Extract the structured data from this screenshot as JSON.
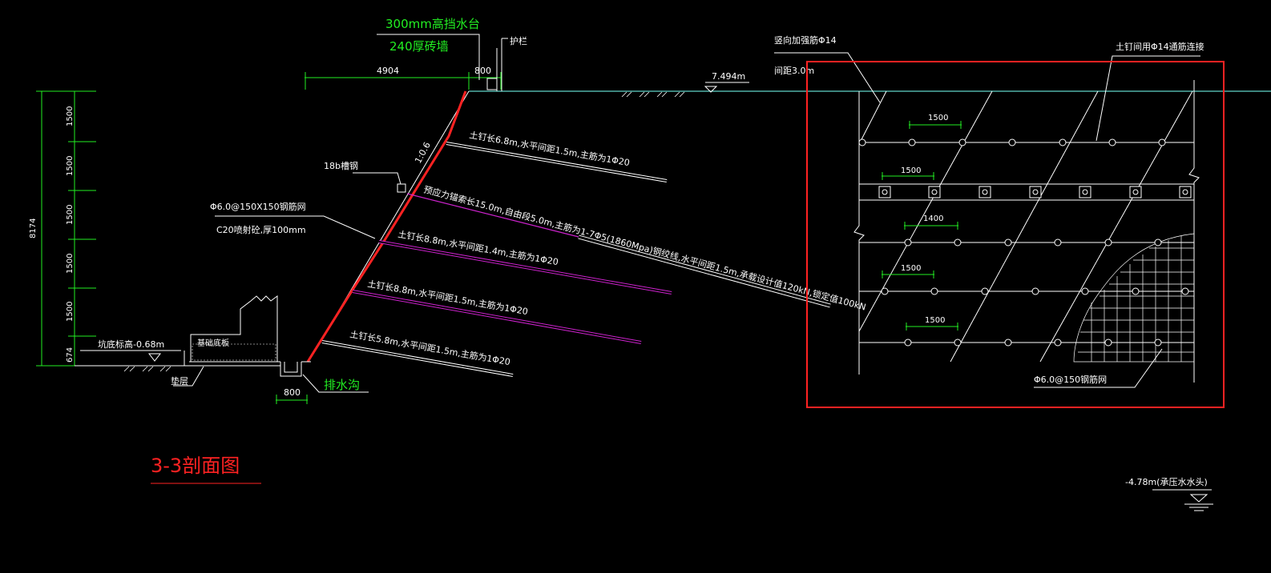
{
  "colors": {
    "background": "#000000",
    "line": "#ffffff",
    "ground": "#5fd3c8",
    "dimension": "#22ee22",
    "shotcrete": "#ff2222",
    "anchor": "#cc22cc",
    "highlight_box": "#ff2222"
  },
  "labels": {
    "parapet_height": "300mm高挡水台",
    "brick_wall": "240厚砖墙",
    "guardrail": "护栏",
    "dim_top_left": "4904",
    "dim_top_right": "800",
    "ground_elevation": "7.494m",
    "slope_ratio": "1:0.6",
    "beam": "18b槽钢",
    "mesh": "Φ6.0@150X150钢筋网",
    "shotcrete": "C20喷射砼,厚100mm",
    "pit_bottom": "坑底标高-0.68m",
    "foundation": "基础底板",
    "cushion": "垫层",
    "drain_width": "800",
    "drain": "排水沟",
    "total_height": "8174",
    "section_title": "3-3剖面图",
    "water_level": "-4.78m(承压水水头)"
  },
  "vertical_dims": [
    "1500",
    "1500",
    "1500",
    "1500",
    "1500",
    "674"
  ],
  "nails": [
    {
      "label": "土钉长6.8m,水平间距1.5m,主筋为1Φ20"
    },
    {
      "label": "土钉长8.8m,水平间距1.4m,主筋为1Φ20"
    },
    {
      "label": "土钉长8.8m,水平间距1.5m,主筋为1Φ20"
    },
    {
      "label": "土钉长5.8m,水平间距1.5m,主筋为1Φ20"
    }
  ],
  "anchor": {
    "label": "预应力锚索长15.0m,自由段5.0m,主筋为1-7Φ5(1860Mpa)钢绞线,水平间距1.5m,承载设计值120kN,锁定值100kN"
  },
  "detail": {
    "vertical_bar": "竖向加强筋Φ14",
    "spacing": "间距3.0m",
    "nail_connection": "土钉间用Φ14通筋连接",
    "mesh": "Φ6.0@150钢筋网",
    "row_dims": [
      "1500",
      "1500",
      "1400",
      "1500",
      "1500"
    ]
  }
}
